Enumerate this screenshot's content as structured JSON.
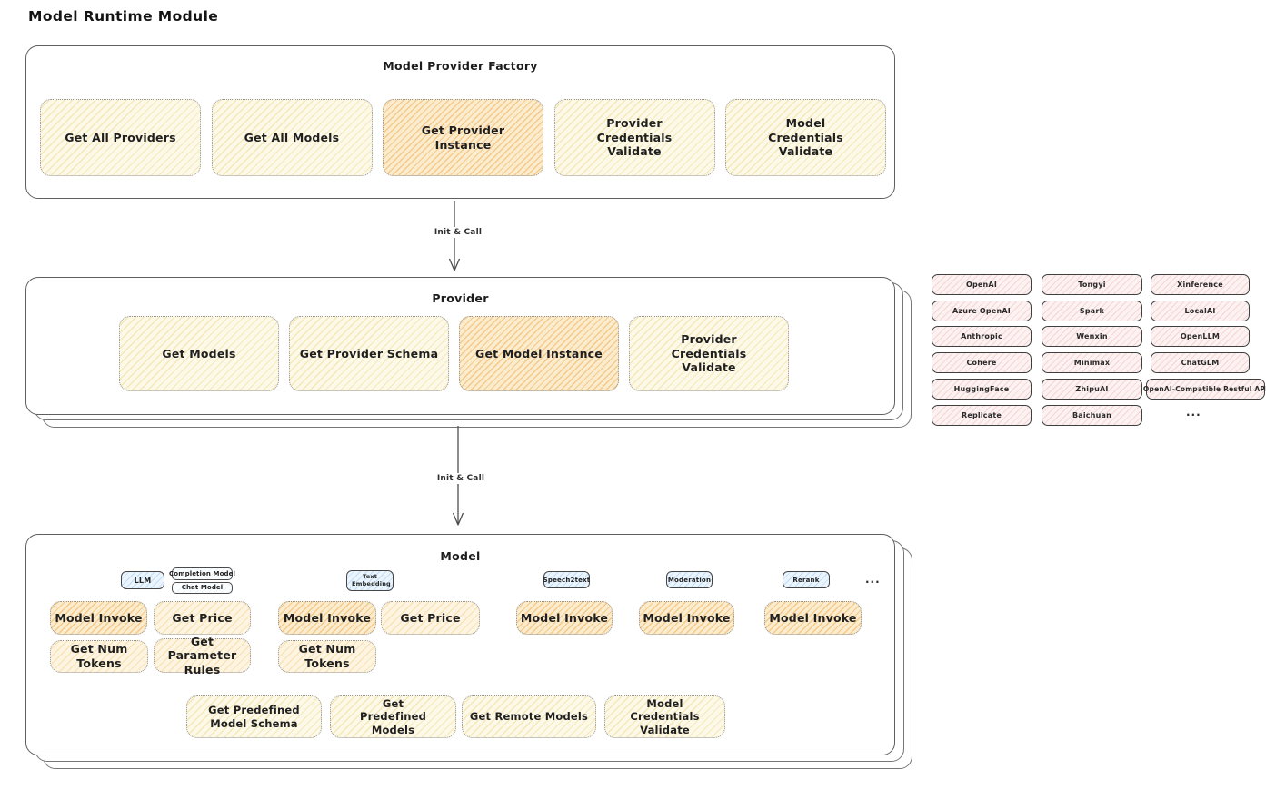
{
  "page": {
    "title": "Model Runtime Module"
  },
  "colors": {
    "yellow_fill": "#fdf9e8",
    "orange_highlight_fill": "#fbeccd",
    "pink_pill_fill": "#fdf2f2",
    "blue_tag_fill": "#ecf5fd",
    "container_border": "#5f5f5f",
    "dotted_border": "#949494"
  },
  "factory": {
    "title": "Model Provider Factory",
    "items": [
      "Get All Providers",
      "Get All Models",
      "Get Provider Instance",
      "Provider Credentials Validate",
      "Model Credentials Validate"
    ]
  },
  "arrow1": {
    "label": "Init & Call"
  },
  "arrow2": {
    "label": "Init & Call"
  },
  "provider": {
    "title": "Provider",
    "items": [
      "Get Models",
      "Get Provider Schema",
      "Get Model Instance",
      "Provider Credentials Validate"
    ]
  },
  "providers": {
    "columns": [
      [
        "OpenAI",
        "Azure OpenAI",
        "Anthropic",
        "Cohere",
        "HuggingFace",
        "Replicate"
      ],
      [
        "Tongyi",
        "Spark",
        "Wenxin",
        "Minimax",
        "ZhipuAI",
        "Baichuan"
      ],
      [
        "Xinference",
        "LocalAI",
        "OpenLLM",
        "ChatGLM",
        "OpenAI-Compatible Restful API"
      ]
    ],
    "more": "..."
  },
  "model": {
    "title": "Model",
    "more": "...",
    "groups": [
      {
        "tag": "LLM",
        "subtags": [
          "Completion Model",
          "Chat Model"
        ],
        "ops": [
          "Model Invoke",
          "Get Price",
          "Get Num Tokens",
          "Get Parameter Rules"
        ]
      },
      {
        "tag": "Text Embedding",
        "ops": [
          "Model Invoke",
          "Get Price",
          "Get Num Tokens"
        ]
      },
      {
        "tag": "Speech2text",
        "ops": [
          "Model Invoke"
        ]
      },
      {
        "tag": "Moderation",
        "ops": [
          "Model Invoke"
        ]
      },
      {
        "tag": "Rerank",
        "ops": [
          "Model Invoke"
        ]
      }
    ],
    "bottom": [
      "Get Predefined Model Schema",
      "Get Predefined Models",
      "Get Remote Models",
      "Model Credentials Validate"
    ]
  }
}
